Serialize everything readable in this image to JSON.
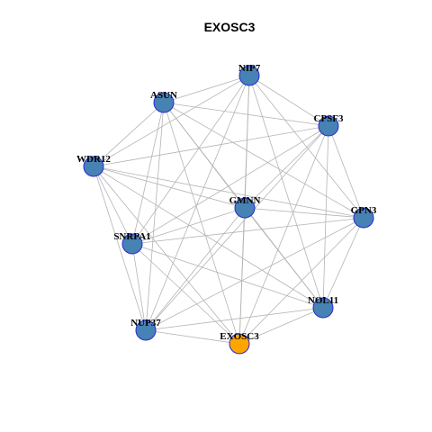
{
  "title": "EXOSC3",
  "colors": {
    "node_default": "#4682b4",
    "node_focus": "#ffa500",
    "node_border": "#2a2ad0",
    "edge": "#b4b4b4"
  },
  "nodes": [
    {
      "id": "NIP7",
      "label": "NIP7",
      "focus": false
    },
    {
      "id": "ASUN",
      "label": "ASUN",
      "focus": false
    },
    {
      "id": "CPSF3",
      "label": "CPSF3",
      "focus": false
    },
    {
      "id": "WDR12",
      "label": "WDR12",
      "focus": false
    },
    {
      "id": "GMNN",
      "label": "GMNN",
      "focus": false
    },
    {
      "id": "GPN3",
      "label": "GPN3",
      "focus": false
    },
    {
      "id": "SNRPA1",
      "label": "SNRPA1",
      "focus": false
    },
    {
      "id": "NOL11",
      "label": "NOL11",
      "focus": false
    },
    {
      "id": "NUP37",
      "label": "NUP37",
      "focus": false
    },
    {
      "id": "EXOSC3",
      "label": "EXOSC3",
      "focus": true
    }
  ],
  "edges": [
    [
      "NIP7",
      "ASUN"
    ],
    [
      "NIP7",
      "CPSF3"
    ],
    [
      "NIP7",
      "WDR12"
    ],
    [
      "NIP7",
      "GMNN"
    ],
    [
      "NIP7",
      "GPN3"
    ],
    [
      "NIP7",
      "SNRPA1"
    ],
    [
      "NIP7",
      "NOL11"
    ],
    [
      "NIP7",
      "NUP37"
    ],
    [
      "NIP7",
      "EXOSC3"
    ],
    [
      "ASUN",
      "CPSF3"
    ],
    [
      "ASUN",
      "WDR12"
    ],
    [
      "ASUN",
      "GMNN"
    ],
    [
      "ASUN",
      "GPN3"
    ],
    [
      "ASUN",
      "SNRPA1"
    ],
    [
      "ASUN",
      "NOL11"
    ],
    [
      "ASUN",
      "NUP37"
    ],
    [
      "ASUN",
      "EXOSC3"
    ],
    [
      "CPSF3",
      "WDR12"
    ],
    [
      "CPSF3",
      "GMNN"
    ],
    [
      "CPSF3",
      "GPN3"
    ],
    [
      "CPSF3",
      "SNRPA1"
    ],
    [
      "CPSF3",
      "NOL11"
    ],
    [
      "CPSF3",
      "NUP37"
    ],
    [
      "CPSF3",
      "EXOSC3"
    ],
    [
      "WDR12",
      "GMNN"
    ],
    [
      "WDR12",
      "GPN3"
    ],
    [
      "WDR12",
      "SNRPA1"
    ],
    [
      "WDR12",
      "NOL11"
    ],
    [
      "WDR12",
      "NUP37"
    ],
    [
      "WDR12",
      "EXOSC3"
    ],
    [
      "GMNN",
      "GPN3"
    ],
    [
      "GMNN",
      "SNRPA1"
    ],
    [
      "GMNN",
      "NOL11"
    ],
    [
      "GMNN",
      "NUP37"
    ],
    [
      "GMNN",
      "EXOSC3"
    ],
    [
      "GPN3",
      "SNRPA1"
    ],
    [
      "GPN3",
      "NOL11"
    ],
    [
      "GPN3",
      "NUP37"
    ],
    [
      "GPN3",
      "EXOSC3"
    ],
    [
      "SNRPA1",
      "NOL11"
    ],
    [
      "SNRPA1",
      "NUP37"
    ],
    [
      "SNRPA1",
      "EXOSC3"
    ],
    [
      "NOL11",
      "NUP37"
    ],
    [
      "NOL11",
      "EXOSC3"
    ],
    [
      "NUP37",
      "EXOSC3"
    ]
  ]
}
